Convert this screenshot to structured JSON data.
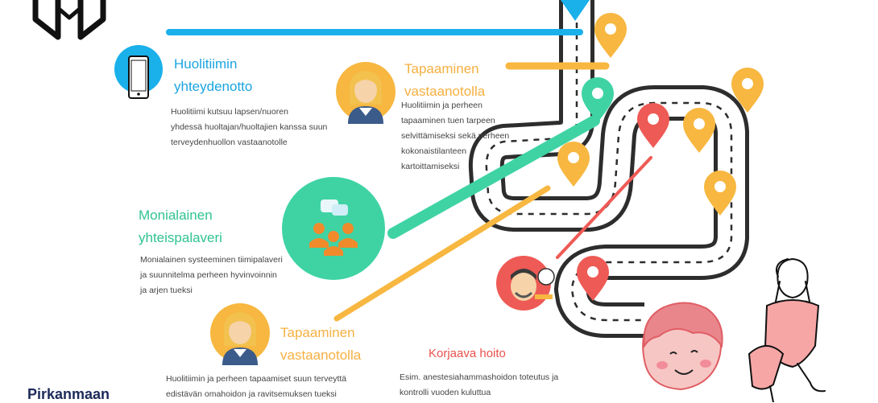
{
  "colors": {
    "blue": "#1ab0ea",
    "orange": "#f7b740",
    "teal": "#3fd3a4",
    "red": "#ee5a55",
    "road": "#2d2d2d",
    "title_blue": "#1aa5e0",
    "title_orange": "#f5b041",
    "title_teal": "#2fc393",
    "title_red": "#e8524e",
    "brand_navy": "#1c2a5a"
  },
  "icons": {
    "hands": "hands-heart-icon",
    "phone": "phone-icon",
    "nurse": "nurse-avatar-icon",
    "meeting": "meeting-group-icon",
    "dentist": "dentist-patient-icon",
    "pin": "map-pin-icon",
    "girl": "girl-sketch-illustration",
    "child": "child-face-illustration"
  },
  "steps": {
    "contact": {
      "title_line1": "Huolitiimin",
      "title_line2": "yhteydenotto",
      "desc_line1": "Huolitiimi kutsuu lapsen/nuoren",
      "desc_line2": "yhdessä huoltajan/huoltajien kanssa suun",
      "desc_line3": "terveydenhuollon vastaanotolle"
    },
    "visit1": {
      "title_line1": "Tapaaminen",
      "title_line2": "vastaanotolla",
      "desc_line1": "Huolitiimin ja perheen",
      "desc_line2": "tapaaminen tuen tarpeen",
      "desc_line3": "selvittämiseksi sekä perheen",
      "desc_line4": "kokonaistilanteen",
      "desc_line5": "kartoittamiseksi"
    },
    "meeting": {
      "title_line1": "Monialainen",
      "title_line2": "yhteispalaveri",
      "desc_line1": "Monialainen systeeminen tiimipalaveri",
      "desc_line2": "ja suunnitelma perheen hyvinvoinnin",
      "desc_line3": "ja arjen tueksi"
    },
    "visit2": {
      "title_line1": "Tapaaminen",
      "title_line2": "vastaanotolla",
      "desc_line1": "Huolitiimin ja perheen tapaamiset suun terveyttä",
      "desc_line2": "edistävän omahoidon ja ravitsemuksen tueksi"
    },
    "treatment": {
      "title": "Korjaava hoito",
      "desc_line1": "Esim. anestesiahammashoidon toteutus ja",
      "desc_line2": "kontrolli vuoden kuluttua"
    }
  },
  "brand": {
    "name": "Pirkanmaan"
  }
}
